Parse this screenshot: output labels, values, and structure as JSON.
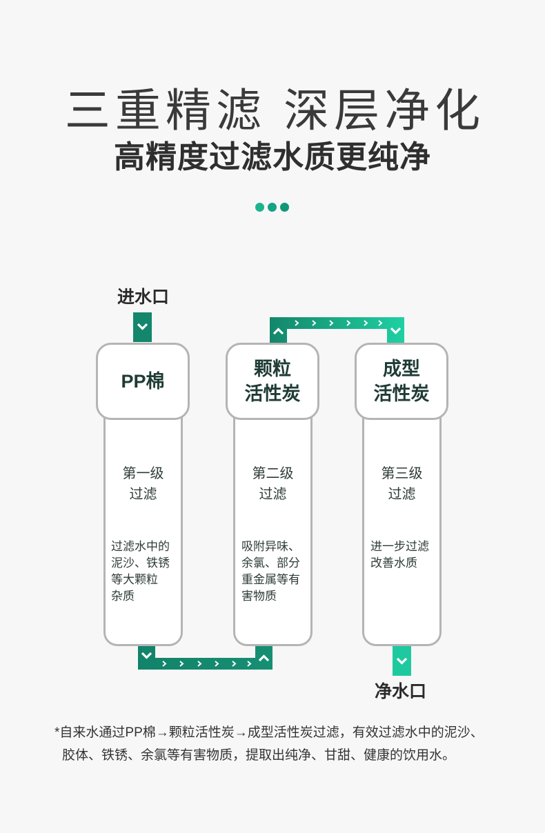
{
  "header": {
    "title": "三重精滤 深层净化",
    "subtitle": "高精度过滤水质更纯净"
  },
  "flow": {
    "inlet_label": "进水口",
    "outlet_label": "净水口",
    "stages": [
      {
        "name": [
          "PP棉"
        ],
        "level": [
          "第一级",
          "过滤"
        ],
        "description": [
          "过滤水中的",
          "泥沙、铁锈",
          "等大颗粒",
          "杂质"
        ]
      },
      {
        "name": [
          "颗粒",
          "活性炭"
        ],
        "level": [
          "第二级",
          "过滤"
        ],
        "description": [
          "吸附异味、",
          "余氯、部分",
          "重金属等有",
          "害物质"
        ]
      },
      {
        "name": [
          "成型",
          "活性炭"
        ],
        "level": [
          "第三级",
          "过滤"
        ],
        "description": [
          "进一步过滤",
          "改善水质"
        ]
      }
    ]
  },
  "footnote": {
    "lines": [
      "*自来水通过PP棉→颗粒活性炭→成型活性炭过滤，有效过滤水中的泥沙、",
      "胶体、铁锈、余氯等有害物质，提取出纯净、甘甜、健康的饮用水。"
    ]
  },
  "colors": {
    "background": "#f7f7f7",
    "accent_dark": "#13866b",
    "accent_light": "#1fd0a2",
    "outline": "#b4b4b4",
    "label_text": "#1f3b34"
  },
  "icons": {
    "inlet_arrow": "chevron-down-icon",
    "outlet_arrow": "chevron-down-icon",
    "pipe_rise": "chevron-up-icon",
    "flow_direction": "chevron-right-icon"
  }
}
